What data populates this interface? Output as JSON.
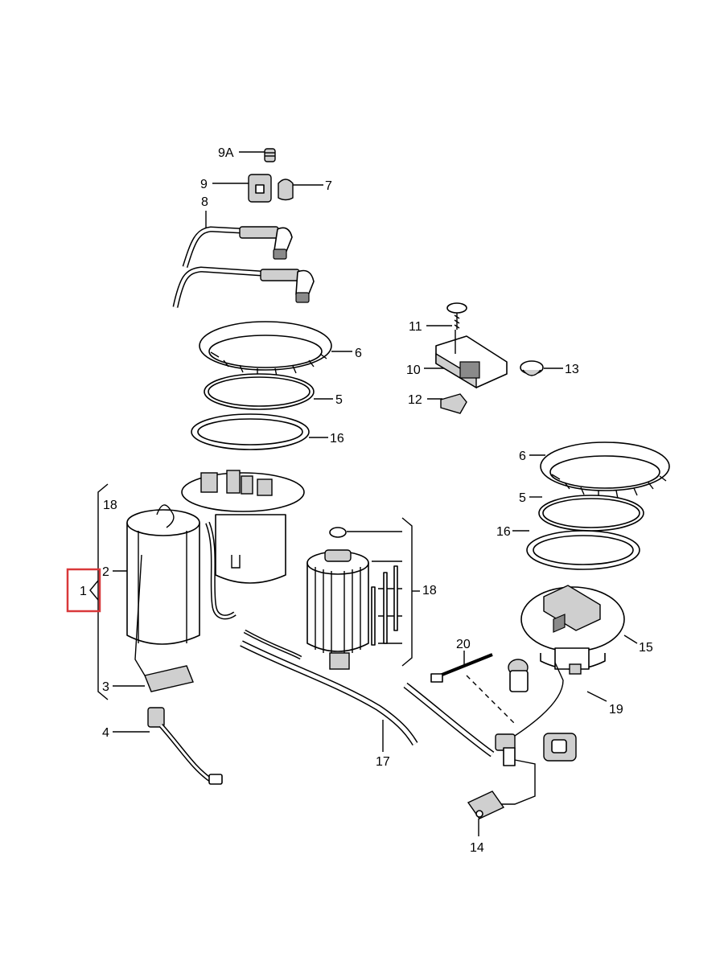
{
  "callouts": {
    "p1": "1",
    "p2": "2",
    "p3": "3",
    "p4": "4",
    "p5_top": "5",
    "p5_right": "5",
    "p6_top": "6",
    "p6_right": "6",
    "p7": "7",
    "p8": "8",
    "p9": "9",
    "p9a": "9A",
    "p10": "10",
    "p11": "11",
    "p12": "12",
    "p13": "13",
    "p14": "14",
    "p15": "15",
    "p16_top": "16",
    "p16_right": "16",
    "p17": "17",
    "p18_left": "18",
    "p18_right": "18",
    "p19": "19",
    "p20": "20"
  },
  "colors": {
    "highlight": "#d9383a",
    "ink": "#000000"
  },
  "selected_callout": "1"
}
